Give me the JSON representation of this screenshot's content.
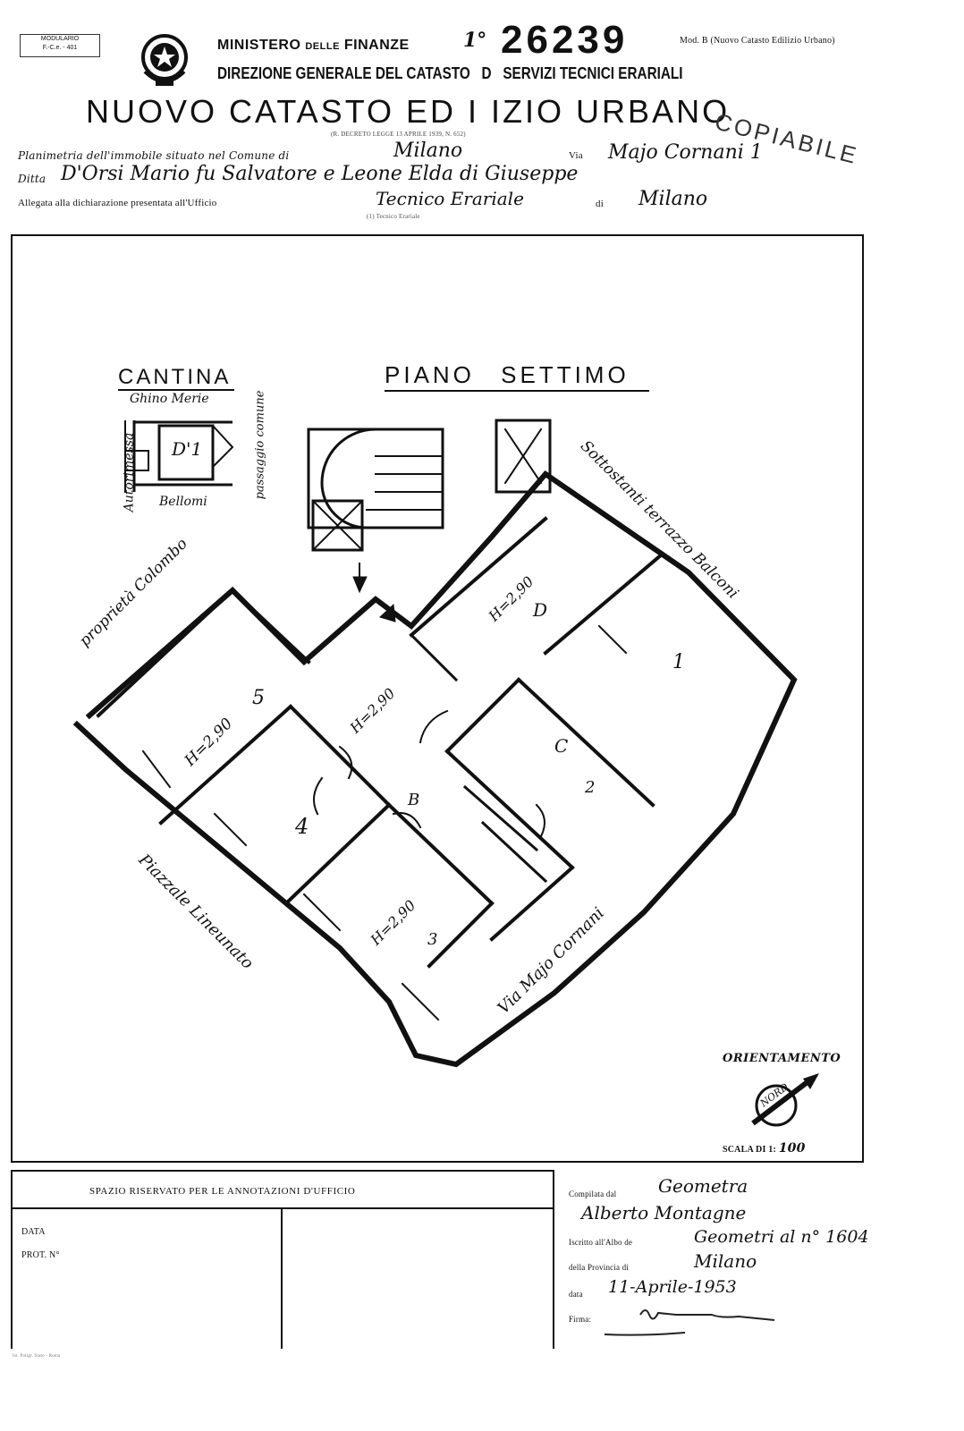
{
  "header": {
    "model_stamp_line1": "MODULARIO",
    "model_stamp_line2": "F.-C.e. - 401",
    "ministry_main": "MINISTERO",
    "ministry_small": "DELLE",
    "ministry_tail": "FINANZE",
    "direction": "DIREZIONE GENERALE DEL CATASTO   D   SERVIZI TECNICI ERARIALI",
    "title": "NUOVO CATASTO ED I IZIO URBANO",
    "doc_number": "26239",
    "prefix_handwriting": "1°",
    "model_ref": "Mod. B (Nuovo Catasto Edilizio Urbano)",
    "stamp": "COPIABILE",
    "subtitle_small": "(R. DECRETO LEGGE 13 APRILE 1939, N. 652)"
  },
  "form": {
    "line1_label": "Planimetria dell'immobile situato nel Comune di",
    "line1_value": "Milano",
    "via_label": "Via",
    "via_value": "Majo Cornani 1",
    "line2_label": "Ditta",
    "line2_value": "D'Orsi Mario fu Salvatore e Leone Elda di Giuseppe",
    "line3_label": "Allegata alla dichiarazione presentata all'Ufficio",
    "line3_value": "Tecnico Erariale",
    "line3_small": "(1) Tecnico Erariale",
    "di_label": "di",
    "di_value": "Milano"
  },
  "plan": {
    "cantina_title": "CANTINA",
    "cantina_top": "Ghino Merie",
    "cantina_left": "Autorimessa",
    "cantina_right": "passaggio comune",
    "cantina_bottom": "Bellomi",
    "cantina_label": "D'1",
    "floor_title": "PIANO SETTIMO",
    "neighbor_left": "proprietà Colombo",
    "neighbor_right": "Sottostanti terrazzo Balconi",
    "street_left": "Piazzale Lineunato",
    "street_bottom": "Via Majo Cornani",
    "height_1": "H=2,90",
    "height_2": "H=2,90",
    "height_3": "H=2,90",
    "height_4": "H=2,90",
    "room_5": "5",
    "room_4": "4",
    "room_3": "3",
    "room_2": "2",
    "room_1": "1",
    "room_c": "C",
    "room_d": "D",
    "room_b": "B"
  },
  "orientation": {
    "title": "ORIENTAMENTO",
    "arrow_label": "NORD",
    "scale_label": "SCALA DI 1:",
    "scale_value": "100"
  },
  "footer": {
    "reserved_title": "SPAZIO RISERVATO PER LE ANNOTAZIONI D'UFFICIO",
    "data_label": "DATA",
    "prot_label": "PROT. N°",
    "compiled_label": "Compilata dal",
    "compiled_value": "Geometra",
    "compiled_name": "Alberto Montagne",
    "iscritto_label": "Iscritto all'Albo de",
    "iscritto_value": "Geometri al n° 1604",
    "provincia_label": "della Provincia di",
    "provincia_value": "Milano",
    "date_label": "data",
    "date_value": "11-Aprile-1953",
    "firma_label": "Firma:",
    "printer_note": "Ist. Poligr. Stato - Roma"
  },
  "colors": {
    "ink": "#111111",
    "paper": "#ffffff"
  }
}
